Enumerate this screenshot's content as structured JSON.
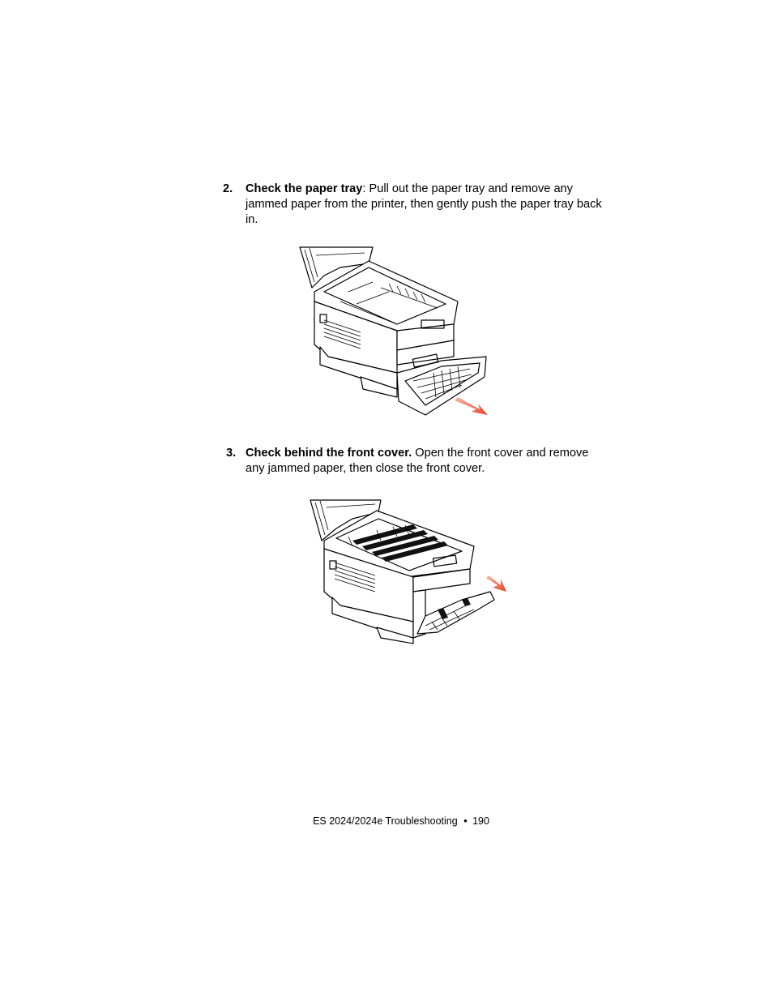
{
  "steps": [
    {
      "number": "2.",
      "heading": "Check the paper tray",
      "text": ": Pull out the paper tray and remove any jammed paper from the printer, then gently push the paper tray back in."
    },
    {
      "number": "3.",
      "heading": "Check behind the front cover.",
      "text": " Open the front cover and remove any jammed paper, then close the front cover."
    }
  ],
  "footer": {
    "text": "ES 2024/2024e Troubleshooting",
    "separator": "•",
    "page": "190"
  },
  "colors": {
    "arrow_red": "#e8432a"
  }
}
